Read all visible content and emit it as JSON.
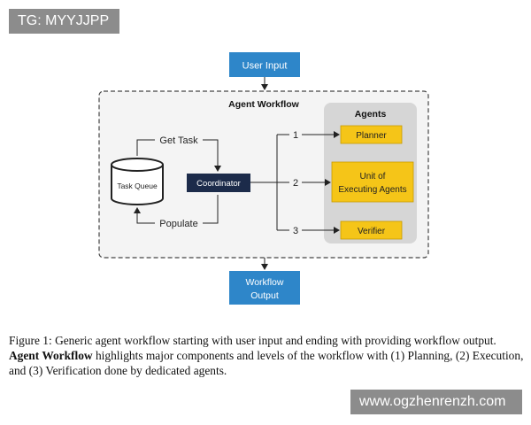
{
  "watermarks": {
    "top": "TG: MYYJJPP",
    "bottom": "www.ogzhenrenzh.com"
  },
  "diagram": {
    "user_input": "User Input",
    "workflow_title": "Agent Workflow",
    "agents_title": "Agents",
    "get_task": "Get Task",
    "task_queue": "Task Queue",
    "coordinator": "Coordinator",
    "populate": "Populate",
    "branch_1": "1",
    "branch_2": "2",
    "branch_3": "3",
    "planner": "Planner",
    "unit_line1": "Unit of",
    "unit_line2": "Executing Agents",
    "verifier": "Verifier",
    "output_line1": "Workflow",
    "output_line2": "Output"
  },
  "caption": {
    "line1": "Figure 1: Generic agent workflow starting with user input and ending with providing workflow output.",
    "bold": "Agent Workflow",
    "rest": " highlights major components and levels of the workflow with (1) Planning, (2) Execution, and (3) Verification done by dedicated agents."
  },
  "colors": {
    "blue_box": "#2e86c9",
    "navy_box": "#1c2b4a",
    "yellow_box": "#f5c518",
    "agents_panel": "#d6d6d6",
    "watermark_bg": "#8c8c8c"
  }
}
